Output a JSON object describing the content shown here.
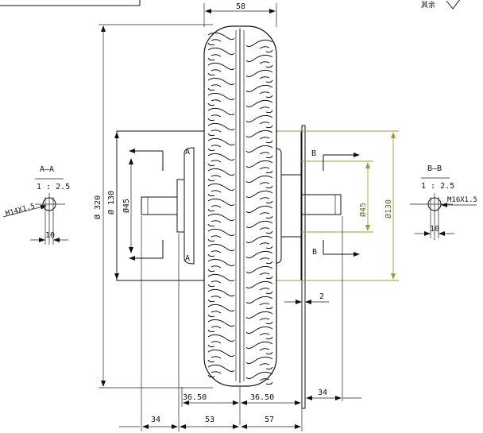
{
  "roughness_note": "其余",
  "dimensions": {
    "tire_width": "58",
    "tire_diameter": "Ø 320",
    "left_flange_diameter": "Ø 130",
    "left_shaft_diameter": "Ø45",
    "right_shaft_diameter": "Ø45",
    "right_flange_diameter": "Ø130",
    "plate_thickness": "2",
    "left_half_width": "36.50",
    "right_half_width": "36.50",
    "right_offset": "34",
    "left_shaft_extension": "34",
    "left_overall": "53",
    "right_overall": "57"
  },
  "section_markers": {
    "left_a_top": "A",
    "left_a_bottom": "A",
    "right_b_top": "B",
    "right_b_bottom": "B"
  },
  "section_a": {
    "title": "A–A",
    "scale": "1 : 2.5",
    "thread": "M14X1.5",
    "width": "10"
  },
  "section_b": {
    "title": "B–B",
    "scale": "1 : 2.5",
    "thread": "M16X1.5",
    "width": "10"
  },
  "colors": {
    "line": "#111111",
    "dimension_highlight": "#9a9a38"
  }
}
